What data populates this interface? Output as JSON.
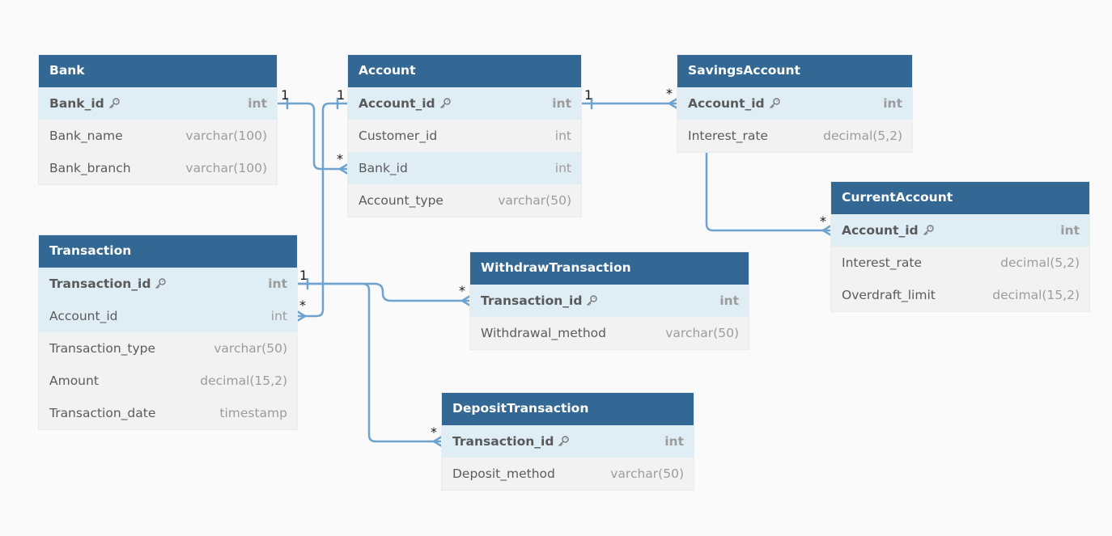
{
  "colors": {
    "header": "#336895",
    "row": "#f2f2f2",
    "row_highlight": "#dfedf5",
    "link": "#6fa3cf",
    "background": "#fafafa"
  },
  "tables": {
    "bank": {
      "name": "Bank",
      "fields": [
        {
          "name": "Bank_id",
          "type": "int",
          "pk": true
        },
        {
          "name": "Bank_name",
          "type": "varchar(100)"
        },
        {
          "name": "Bank_branch",
          "type": "varchar(100)"
        }
      ]
    },
    "account": {
      "name": "Account",
      "fields": [
        {
          "name": "Account_id",
          "type": "int",
          "pk": true
        },
        {
          "name": "Customer_id",
          "type": "int"
        },
        {
          "name": "Bank_id",
          "type": "int"
        },
        {
          "name": "Account_type",
          "type": "varchar(50)"
        }
      ]
    },
    "savings": {
      "name": "SavingsAccount",
      "fields": [
        {
          "name": "Account_id",
          "type": "int",
          "pk": true
        },
        {
          "name": "Interest_rate",
          "type": "decimal(5,2)"
        }
      ]
    },
    "current": {
      "name": "CurrentAccount",
      "fields": [
        {
          "name": "Account_id",
          "type": "int",
          "pk": true
        },
        {
          "name": "Interest_rate",
          "type": "decimal(5,2)"
        },
        {
          "name": "Overdraft_limit",
          "type": "decimal(15,2)"
        }
      ]
    },
    "transaction": {
      "name": "Transaction",
      "fields": [
        {
          "name": "Transaction_id",
          "type": "int",
          "pk": true
        },
        {
          "name": "Account_id",
          "type": "int"
        },
        {
          "name": "Transaction_type",
          "type": "varchar(50)"
        },
        {
          "name": "Amount",
          "type": "decimal(15,2)"
        },
        {
          "name": "Transaction_date",
          "type": "timestamp"
        }
      ]
    },
    "withdraw": {
      "name": "WithdrawTransaction",
      "fields": [
        {
          "name": "Transaction_id",
          "type": "int",
          "pk": true
        },
        {
          "name": "Withdrawal_method",
          "type": "varchar(50)"
        }
      ]
    },
    "deposit": {
      "name": "DepositTransaction",
      "fields": [
        {
          "name": "Transaction_id",
          "type": "int",
          "pk": true
        },
        {
          "name": "Deposit_method",
          "type": "varchar(50)"
        }
      ]
    }
  },
  "relationships": [
    {
      "from": "Bank.Bank_id",
      "to": "Account.Bank_id",
      "from_card": "1",
      "to_card": "*"
    },
    {
      "from": "Account.Account_id",
      "to": "SavingsAccount.Account_id",
      "from_card": "1",
      "to_card": "*"
    },
    {
      "from": "SavingsAccount.Account_id",
      "to": "CurrentAccount.Account_id",
      "to_card": "*"
    },
    {
      "from": "Account.Account_id",
      "to": "Transaction.Account_id",
      "from_card": "1",
      "to_card": "*"
    },
    {
      "from": "Transaction.Transaction_id",
      "to": "WithdrawTransaction.Transaction_id",
      "from_card": "1",
      "to_card": "*"
    },
    {
      "from": "Transaction.Transaction_id",
      "to": "DepositTransaction.Transaction_id",
      "to_card": "*"
    }
  ]
}
